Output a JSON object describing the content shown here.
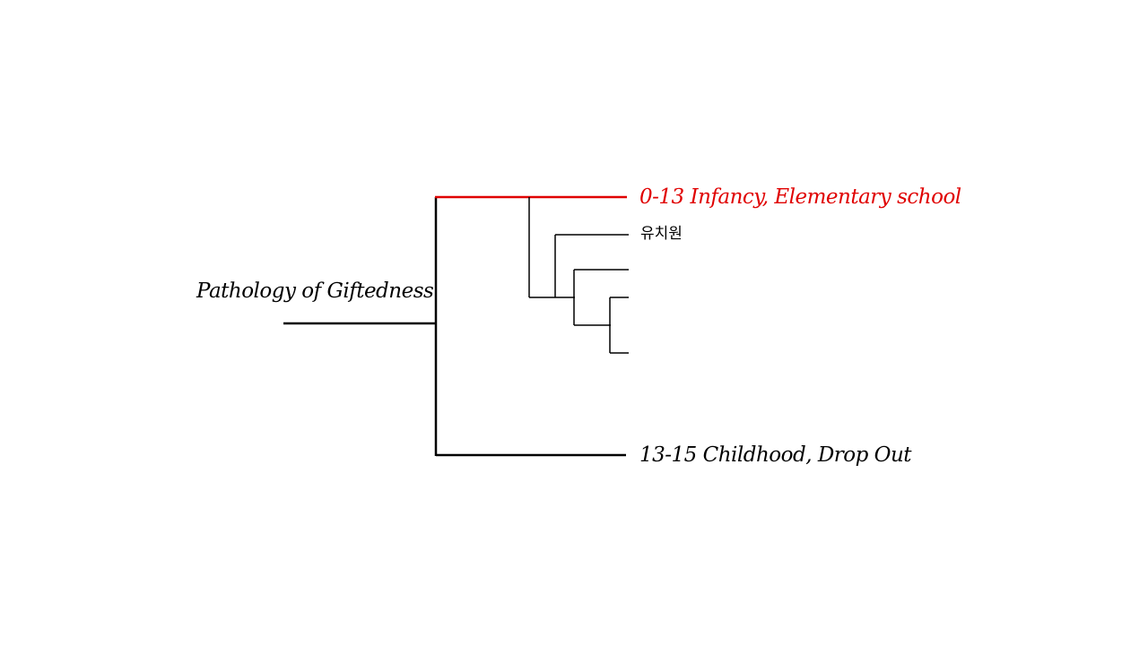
{
  "diagram": {
    "root": {
      "label": "Pathology of Giftedness"
    },
    "branches": [
      {
        "label": "0-13 Infancy, Elementary school",
        "highlighted": true
      },
      {
        "label": "13-15 Childhood, Drop Out",
        "highlighted": false
      }
    ],
    "sub_branches": [
      {
        "label": "유치원"
      },
      {
        "label": ""
      },
      {
        "label": ""
      },
      {
        "label": ""
      }
    ]
  },
  "colors": {
    "line": "#000000",
    "highlight": "#e00000",
    "background": "#ffffff"
  }
}
